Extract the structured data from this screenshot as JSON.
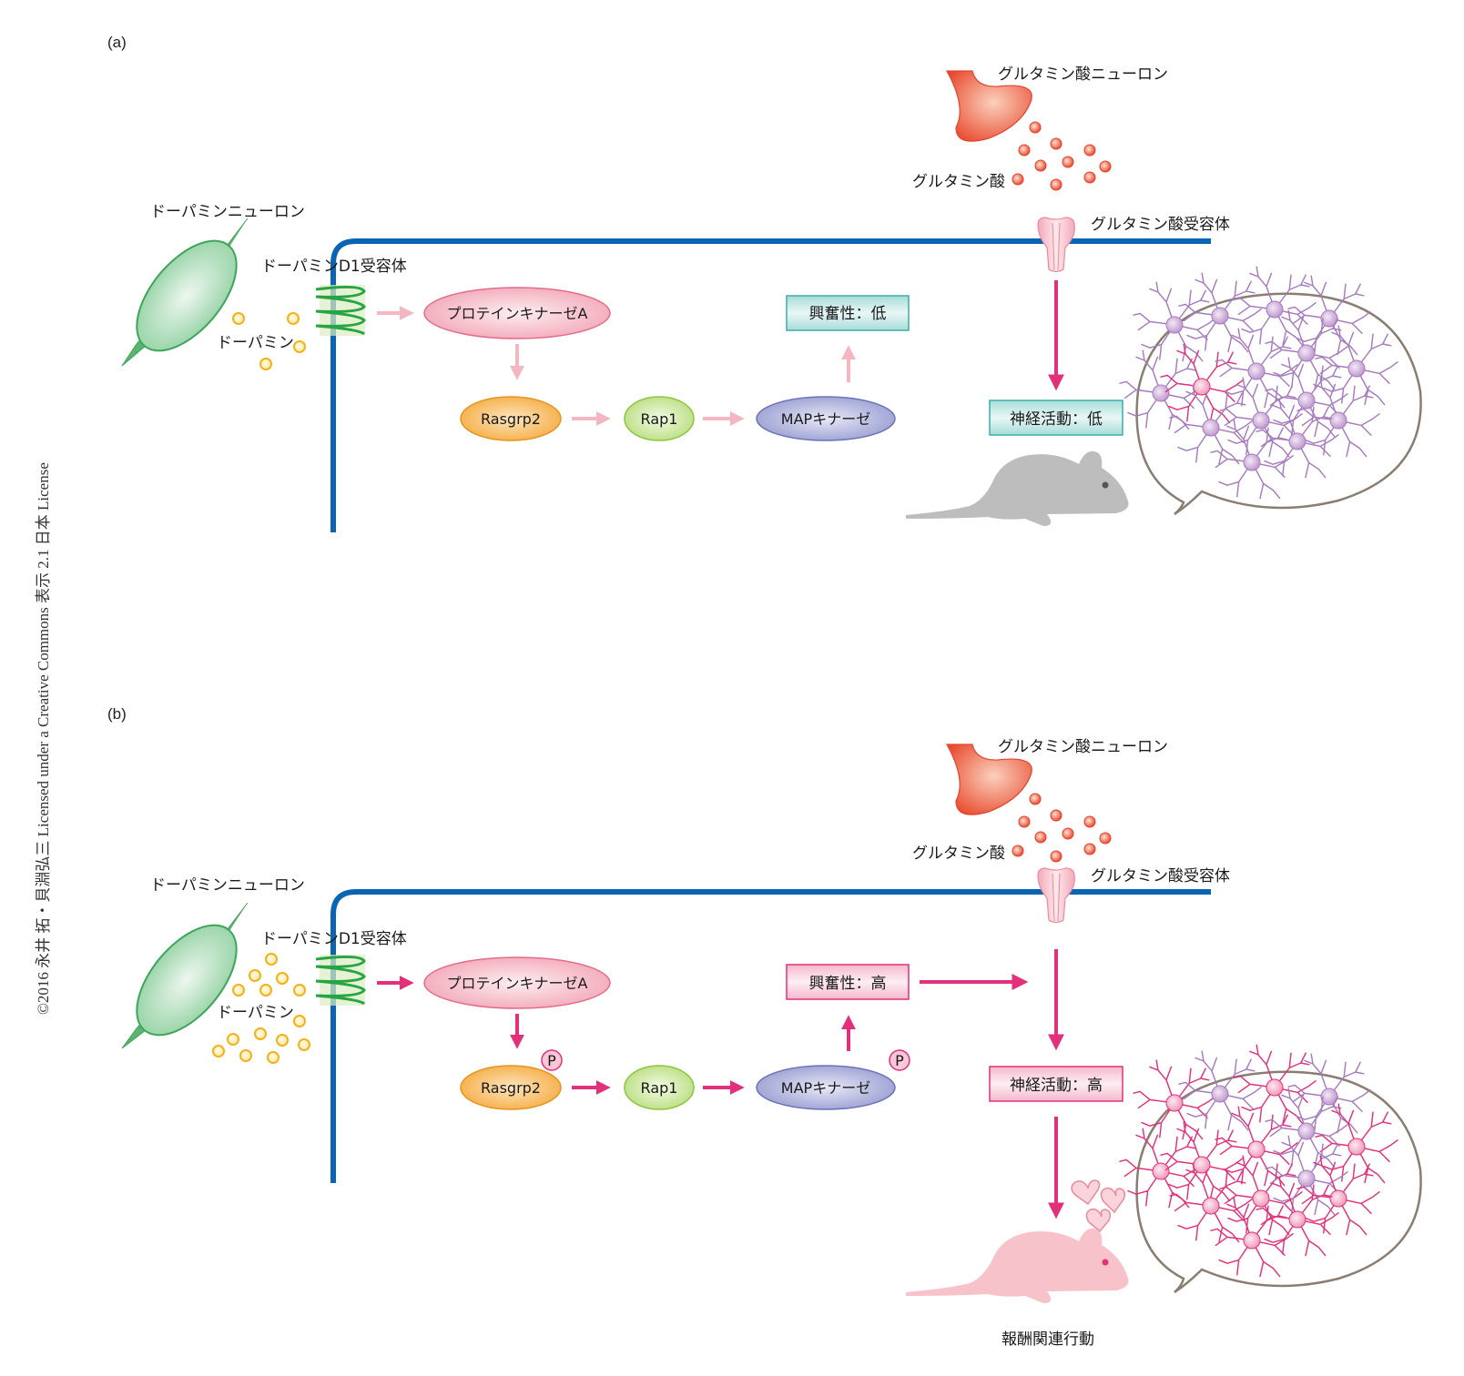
{
  "copyright": "©2016 永井 拓・貝淵弘三 Licensed under a Creative Commons 表示 2.1 日本 License",
  "colors": {
    "membrane": "#0a64b4",
    "arrow_weak": "#f4b6c0",
    "arrow_strong": "#e2307a",
    "box_low_fill": "#bfe6e3",
    "box_low_border": "#3aaeaa",
    "box_high_fill": "#f9d3df",
    "box_high_border": "#e2307a",
    "pka": "#f6b7c6",
    "rasgrp2": "#f8b84a",
    "rap1": "#c4e38e",
    "mapk": "#a6acd8",
    "dopamine": "#f7c23a",
    "glutamate": "#ef4a32",
    "neuron_purple": "#a57bbd",
    "neuron_pink": "#e2307a",
    "mouse_low": "#bdbdbd",
    "mouse_high": "#f7c2c9"
  },
  "panels": [
    {
      "id": "a",
      "label": "(a)",
      "dopamine_neuron": "ドーパミンニューロン",
      "d1_receptor": "ドーパミンD1受容体",
      "dopamine": "ドーパミン",
      "glutamate_neuron": "グルタミン酸ニューロン",
      "glutamate": "グルタミン酸",
      "glutamate_receptor": "グルタミン酸受容体",
      "pka": "プロテインキナーゼA",
      "rasgrp2": "Rasgrp2",
      "rap1": "Rap1",
      "mapk": "MAPキナーゼ",
      "excitability": "興奮性：低",
      "neural_activity": "神経活動：低",
      "state": "low",
      "phosphorylated": false
    },
    {
      "id": "b",
      "label": "(b)",
      "dopamine_neuron": "ドーパミンニューロン",
      "d1_receptor": "ドーパミンD1受容体",
      "dopamine": "ドーパミン",
      "glutamate_neuron": "グルタミン酸ニューロン",
      "glutamate": "グルタミン酸",
      "glutamate_receptor": "グルタミン酸受容体",
      "pka": "プロテインキナーゼA",
      "rasgrp2": "Rasgrp2",
      "rap1": "Rap1",
      "mapk": "MAPキナーゼ",
      "excitability": "興奮性：高",
      "neural_activity": "神経活動：高",
      "phospho_label": "P",
      "behavior": "報酬関連行動",
      "state": "high",
      "phosphorylated": true
    }
  ]
}
